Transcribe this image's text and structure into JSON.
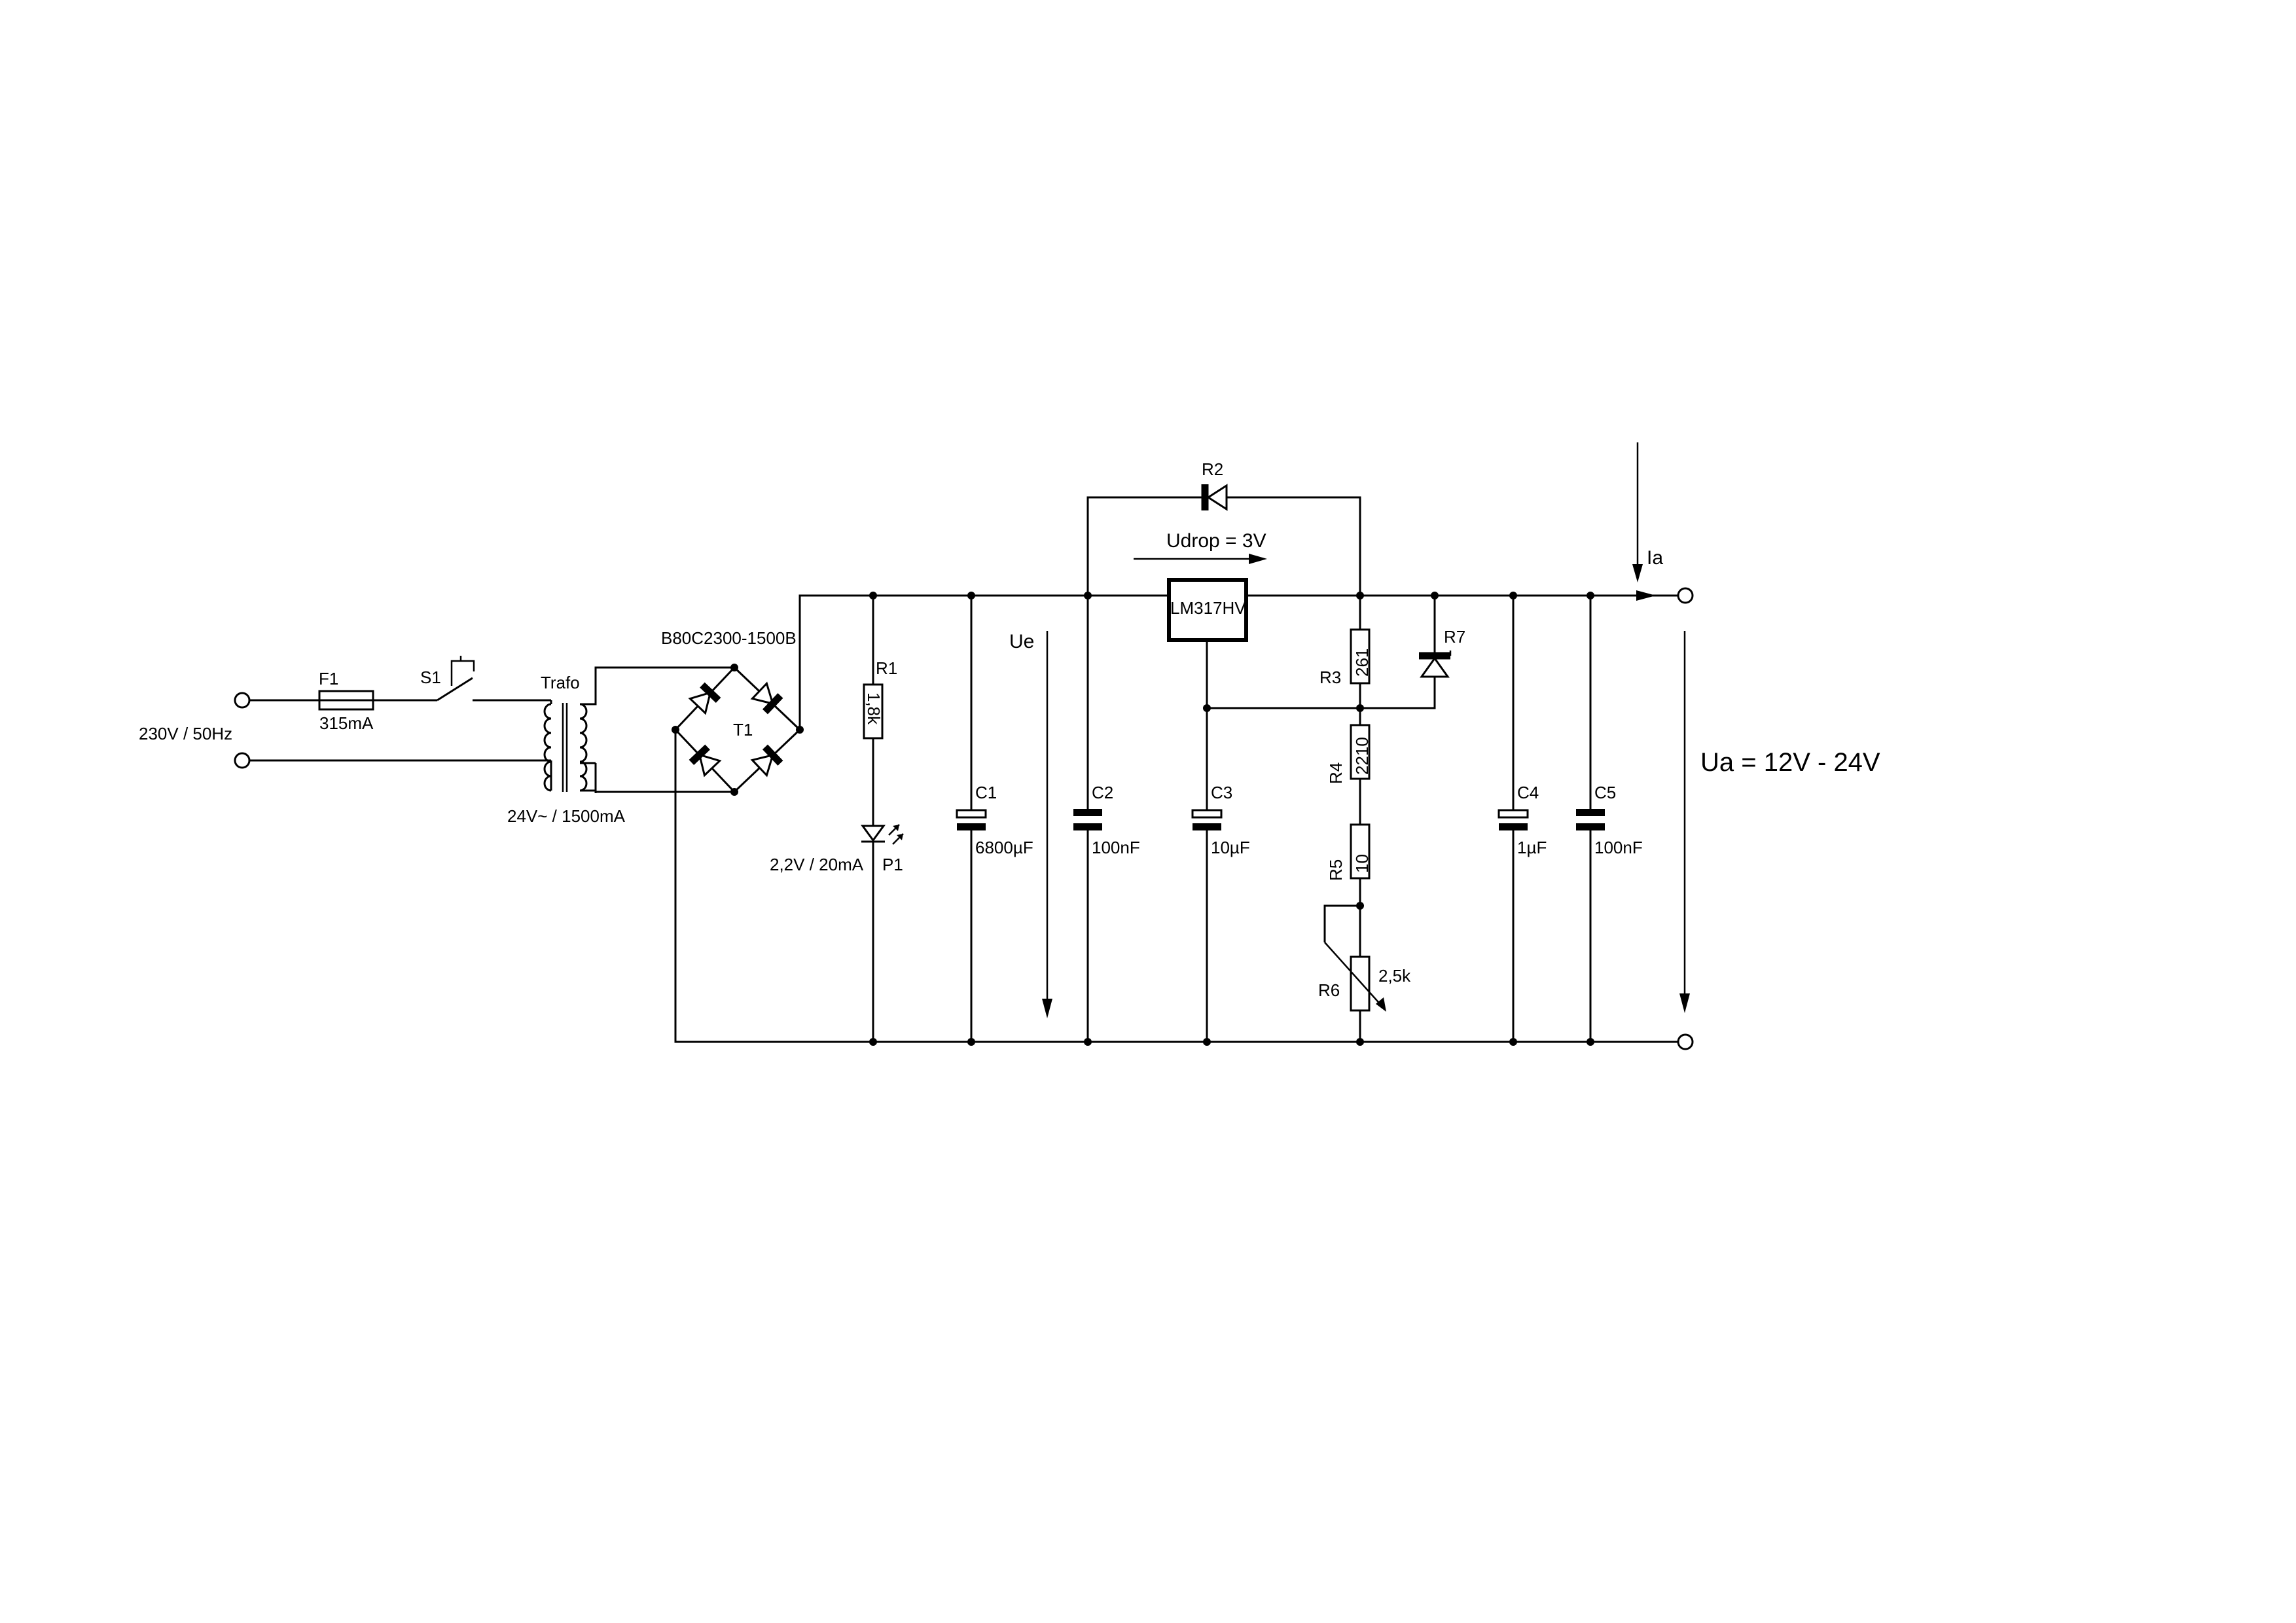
{
  "input": {
    "label": "230V / 50Hz"
  },
  "fuse": {
    "ref": "F1",
    "value": "315mA"
  },
  "switch": {
    "ref": "S1"
  },
  "transformer": {
    "ref": "Trafo",
    "secondary": "24V~ / 1500mA"
  },
  "bridge": {
    "part": "B80C2300-1500B",
    "ref": "T1"
  },
  "r1": {
    "ref": "R1",
    "value": "1,8k"
  },
  "led": {
    "ref": "P1",
    "value": "2,2V / 20mA"
  },
  "c1": {
    "ref": "C1",
    "value": "6800µF"
  },
  "ue": {
    "label": "Ue"
  },
  "c2": {
    "ref": "C2",
    "value": "100nF"
  },
  "diode_r2": {
    "ref": "R2"
  },
  "udrop": {
    "label": "Udrop = 3V"
  },
  "regulator": {
    "label": "LM317HV"
  },
  "c3": {
    "ref": "C3",
    "value": "10µF"
  },
  "r3": {
    "ref": "R3",
    "value": "261"
  },
  "zener_r7": {
    "ref": "R7"
  },
  "r4": {
    "ref": "R4",
    "value": "2210"
  },
  "r5": {
    "ref": "R5",
    "value": "10"
  },
  "r6": {
    "ref": "R6",
    "value": "2,5k"
  },
  "c4": {
    "ref": "C4",
    "value": "1µF"
  },
  "c5": {
    "ref": "C5",
    "value": "100nF"
  },
  "ia": {
    "label": "Ia"
  },
  "ua": {
    "label": "Ua = 12V - 24V"
  }
}
